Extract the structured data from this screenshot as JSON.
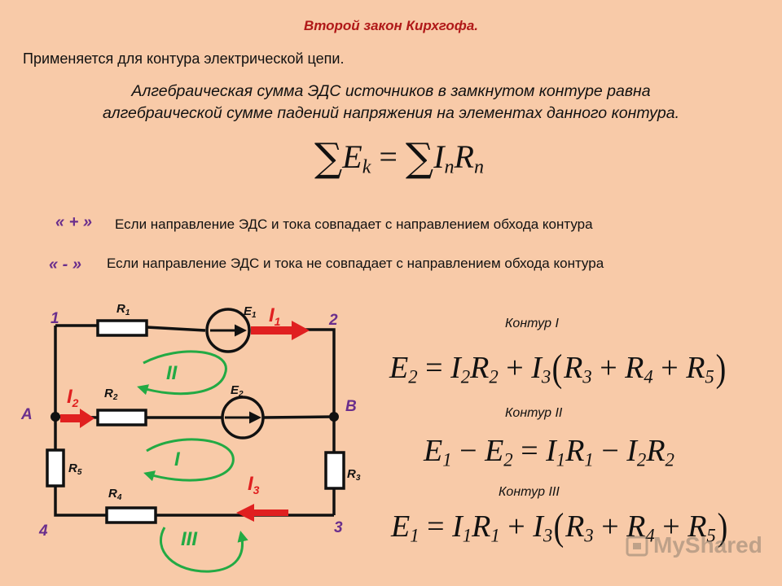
{
  "title": "Второй закон Кирхгофа.",
  "subtitle": "Применяется для контура электрической цепи.",
  "statement": {
    "line1": "Алгебраическая сумма ЭДС источников в замкнутом контуре равна",
    "line2": "алгебраической сумме падений напряжения на элементах данного контура."
  },
  "formula": {
    "sum": "∑",
    "lhs": "E",
    "lhs_sub": "k",
    "eq": "=",
    "rhs1": "I",
    "rhs1_sub": "n",
    "rhs2": "R",
    "rhs2_sub": "n"
  },
  "rules": [
    {
      "sign": "« + »",
      "text": "Если направление ЭДС и тока совпадает с направлением обхода контура"
    },
    {
      "sign": "« - »",
      "text": "Если направление ЭДС и тока не совпадает с направлением обхода контура"
    }
  ],
  "circuit": {
    "nodes": {
      "n1": "1",
      "n2": "2",
      "n3": "3",
      "n4": "4",
      "a": "A",
      "b": "B"
    },
    "resistors": {
      "r1": "R",
      "r1_sub": "1",
      "r2": "R",
      "r2_sub": "2",
      "r3": "R",
      "r3_sub": "3",
      "r4": "R",
      "r4_sub": "4",
      "r5": "R",
      "r5_sub": "5"
    },
    "sources": {
      "e1": "E",
      "e1_sub": "1",
      "e2": "E",
      "e2_sub": "2"
    },
    "currents": {
      "i1": "I",
      "i1_sub": "1",
      "i2": "I",
      "i2_sub": "2",
      "i3": "I",
      "i3_sub": "3"
    },
    "loops": {
      "l2": "II",
      "l1": "I",
      "l3": "III"
    }
  },
  "contours": [
    {
      "label": "Контур I"
    },
    {
      "label": "Контур II"
    },
    {
      "label": "Контур III"
    }
  ],
  "equations": {
    "eq1": {
      "e": "E",
      "e_sub": "2",
      "eq": "=",
      "t1i": "I",
      "t1i_sub": "2",
      "t1r": "R",
      "t1r_sub": "2",
      "plus": "+",
      "t2i": "I",
      "t2i_sub": "3",
      "lp": "(",
      "ra": "R",
      "ra_sub": "3",
      "p1": "+",
      "rb": "R",
      "rb_sub": "4",
      "p2": "+",
      "rc": "R",
      "rc_sub": "5",
      "rp": ")"
    },
    "eq2": {
      "e1": "E",
      "e1_sub": "1",
      "minus": "−",
      "e2": "E",
      "e2_sub": "2",
      "eq": "=",
      "t1i": "I",
      "t1i_sub": "1",
      "t1r": "R",
      "t1r_sub": "1",
      "minus2": "−",
      "t2i": "I",
      "t2i_sub": "2",
      "t2r": "R",
      "t2r_sub": "2"
    },
    "eq3": {
      "e": "E",
      "e_sub": "1",
      "eq": "=",
      "t1i": "I",
      "t1i_sub": "1",
      "t1r": "R",
      "t1r_sub": "1",
      "plus": "+",
      "t2i": "I",
      "t2i_sub": "3",
      "lp": "(",
      "ra": "R",
      "ra_sub": "3",
      "p1": "+",
      "rb": "R",
      "rb_sub": "4",
      "p2": "+",
      "rc": "R",
      "rc_sub": "5",
      "rp": ")"
    }
  },
  "watermark": "MyShared",
  "colors": {
    "background": "#f8caa8",
    "title": "#b01818",
    "node_labels": "#6a2e8c",
    "current_arrows": "#e02020",
    "loop_arrows": "#22aa44"
  }
}
